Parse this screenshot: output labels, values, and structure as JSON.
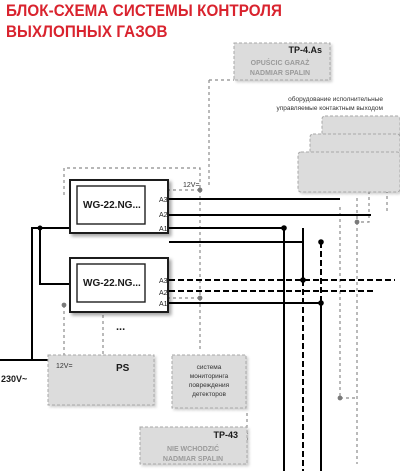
{
  "title": "БЛОК-СХЕМА СИСТЕМЫ КОНТРОЛЯ ВЫХЛОПНЫХ ГАЗОВ",
  "sign_top": {
    "id": "TP-4.As",
    "line1": "OPUŚCIC GARAŻ",
    "line2": "NADMIAR SPALIN"
  },
  "executive_note": {
    "line1": "оборудование исполнительные",
    "line2": "управляемые контактным выходом"
  },
  "controller_1": {
    "label": "WG-22.NG...",
    "v12": "12V=",
    "outputs": [
      "A3",
      "A2",
      "A1"
    ]
  },
  "controller_2": {
    "label": "WG-22.NG...",
    "outputs": [
      "A3",
      "A2",
      "A1"
    ]
  },
  "more": "...",
  "power_supply": {
    "v12": "12V=",
    "label": "PS",
    "mains": "230V~"
  },
  "monitoring": {
    "line1": "система",
    "line2": "мониторинга",
    "line3": "повреждения",
    "line4": "детекторов"
  },
  "sign_bottom": {
    "id": "TP-43",
    "line1": "NIE WCHODZIĆ",
    "line2": "NADMIAR SPALIN"
  },
  "colors": {
    "title": "#d9232e",
    "box_fill": "#dcdcdc",
    "box_stroke": "#a8a8a8",
    "controller_stroke": "#1e1e1e",
    "wire": "#000000",
    "dashed": "#8c8c8c"
  }
}
